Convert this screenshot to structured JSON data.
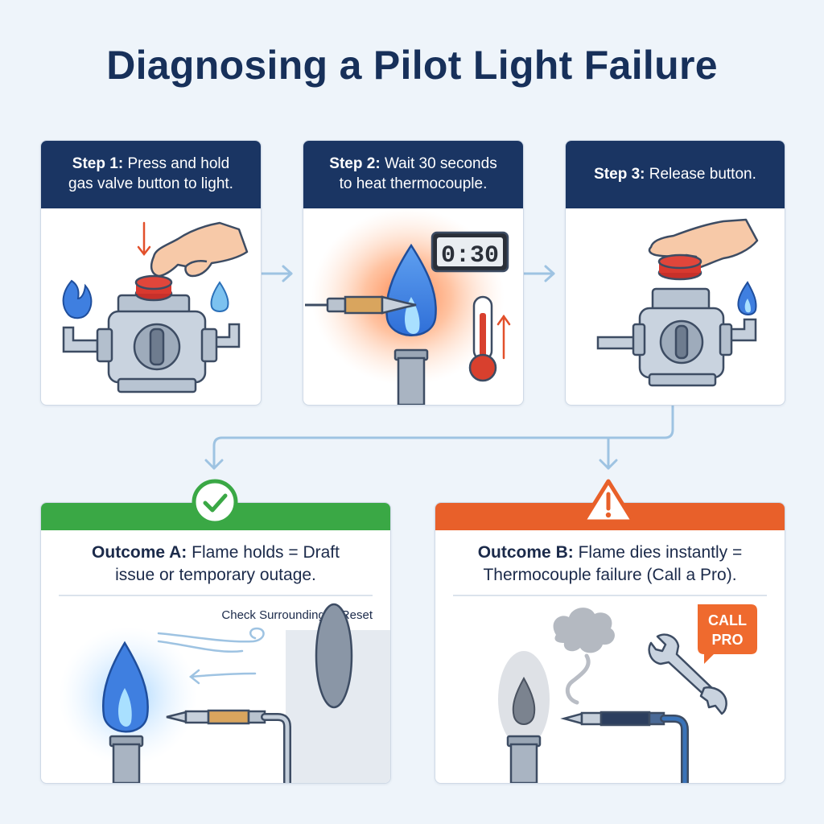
{
  "title": "Diagnosing a Pilot Light Failure",
  "steps": [
    {
      "label": "Step 1:",
      "text_line1": "Press and hold",
      "text_line2": "gas valve button to light."
    },
    {
      "label": "Step 2:",
      "text_line1": "Wait 30 seconds",
      "text_line2": "to heat thermocouple."
    },
    {
      "label": "Step 3:",
      "text_line1": "Release button."
    }
  ],
  "timer_display": "0:30",
  "outcome_a": {
    "label": "Outcome A:",
    "text_line1": "Flame holds = Draft",
    "text_line2": "issue or temporary outage.",
    "note": "Check Surroundings / Reset",
    "color": "#3aa845",
    "icon": "checkmark-circle"
  },
  "outcome_b": {
    "label": "Outcome B:",
    "text_line1": "Flame dies instantly =",
    "text_line2": "Thermocouple failure (Call a Pro).",
    "callout": [
      "CALL",
      "PRO"
    ],
    "color": "#e8602a",
    "icon": "warning-triangle"
  },
  "colors": {
    "header_navy": "#1a3563",
    "flame_blue": "#3f7fe0",
    "accent_red": "#e2502b",
    "connector": "#9ec3e2"
  }
}
